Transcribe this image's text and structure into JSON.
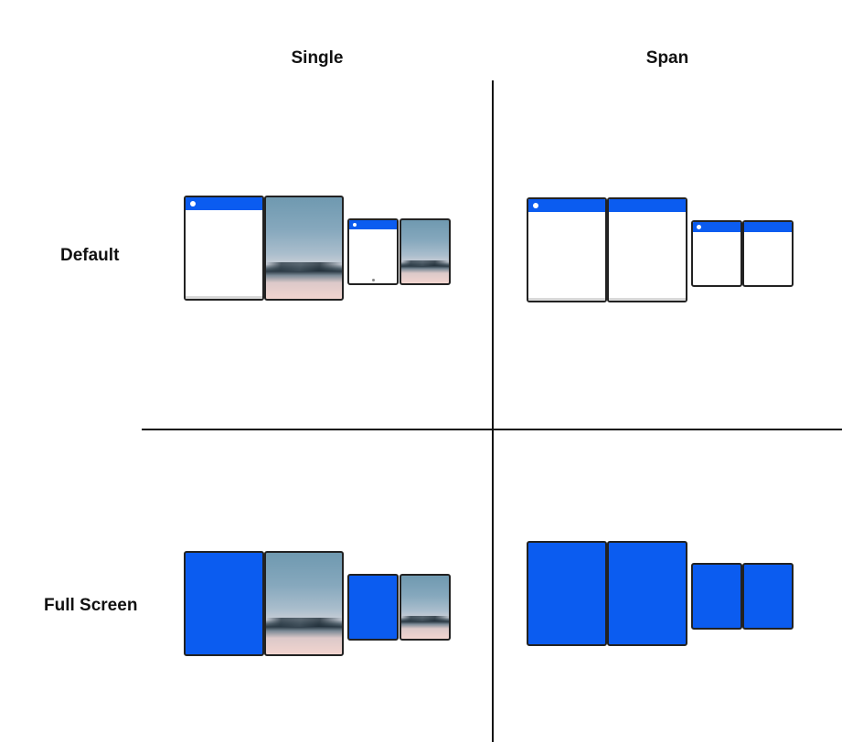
{
  "columns": {
    "single": "Single",
    "span": "Span"
  },
  "rows": {
    "default": "Default",
    "full_screen": "Full Screen"
  },
  "colors": {
    "app_blue": "#0b5cf0",
    "line": "#111111",
    "frame": "#222222"
  }
}
